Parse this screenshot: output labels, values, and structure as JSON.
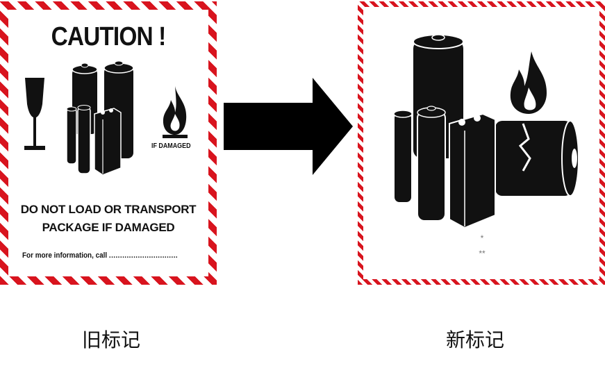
{
  "old_label": {
    "heading": "CAUTION !",
    "warning_line_1": "DO NOT LOAD OR TRANSPORT",
    "warning_line_2": "PACKAGE IF DAMAGED",
    "info_text": "For more information, call",
    "info_dots": "...............................",
    "flame_caption": "IF DAMAGED",
    "caption": "旧标记",
    "icons": [
      "fragile-glass-icon",
      "batteries-icon",
      "flame-icon"
    ]
  },
  "transition": {
    "icon": "right-arrow-icon"
  },
  "new_label": {
    "mark_1": "*",
    "mark_2": "**",
    "caption": "新标记",
    "icons": [
      "damaged-batteries-flame-icon"
    ]
  },
  "colors": {
    "border_red": "#d8141e",
    "ink": "#111111"
  }
}
